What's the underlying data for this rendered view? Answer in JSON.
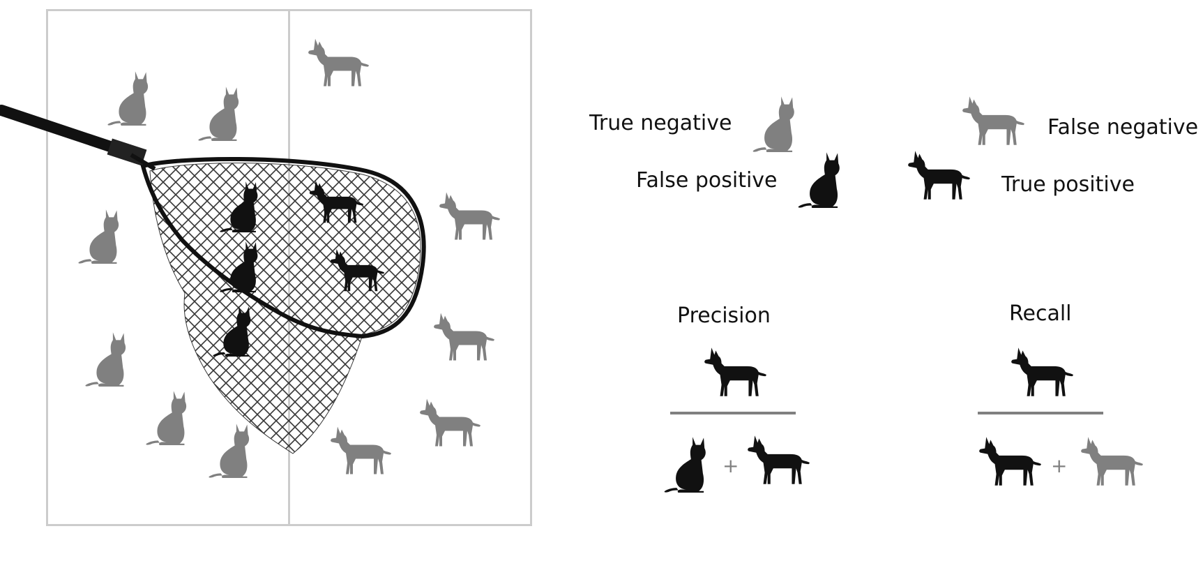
{
  "legend": {
    "true_negative": "True negative",
    "false_negative": "False negative",
    "false_positive": "False positive",
    "true_positive": "True positive"
  },
  "formulas": {
    "precision": {
      "title": "Precision",
      "plus": "+"
    },
    "recall": {
      "title": "Recall",
      "plus": "+"
    }
  },
  "colors": {
    "selected": "#111111",
    "not_selected": "#808080",
    "frame": "#cccccc",
    "fraction_bar": "#808080"
  },
  "icons": {
    "cat": "cat-icon",
    "dog": "dog-icon",
    "net": "landing-net-icon"
  }
}
